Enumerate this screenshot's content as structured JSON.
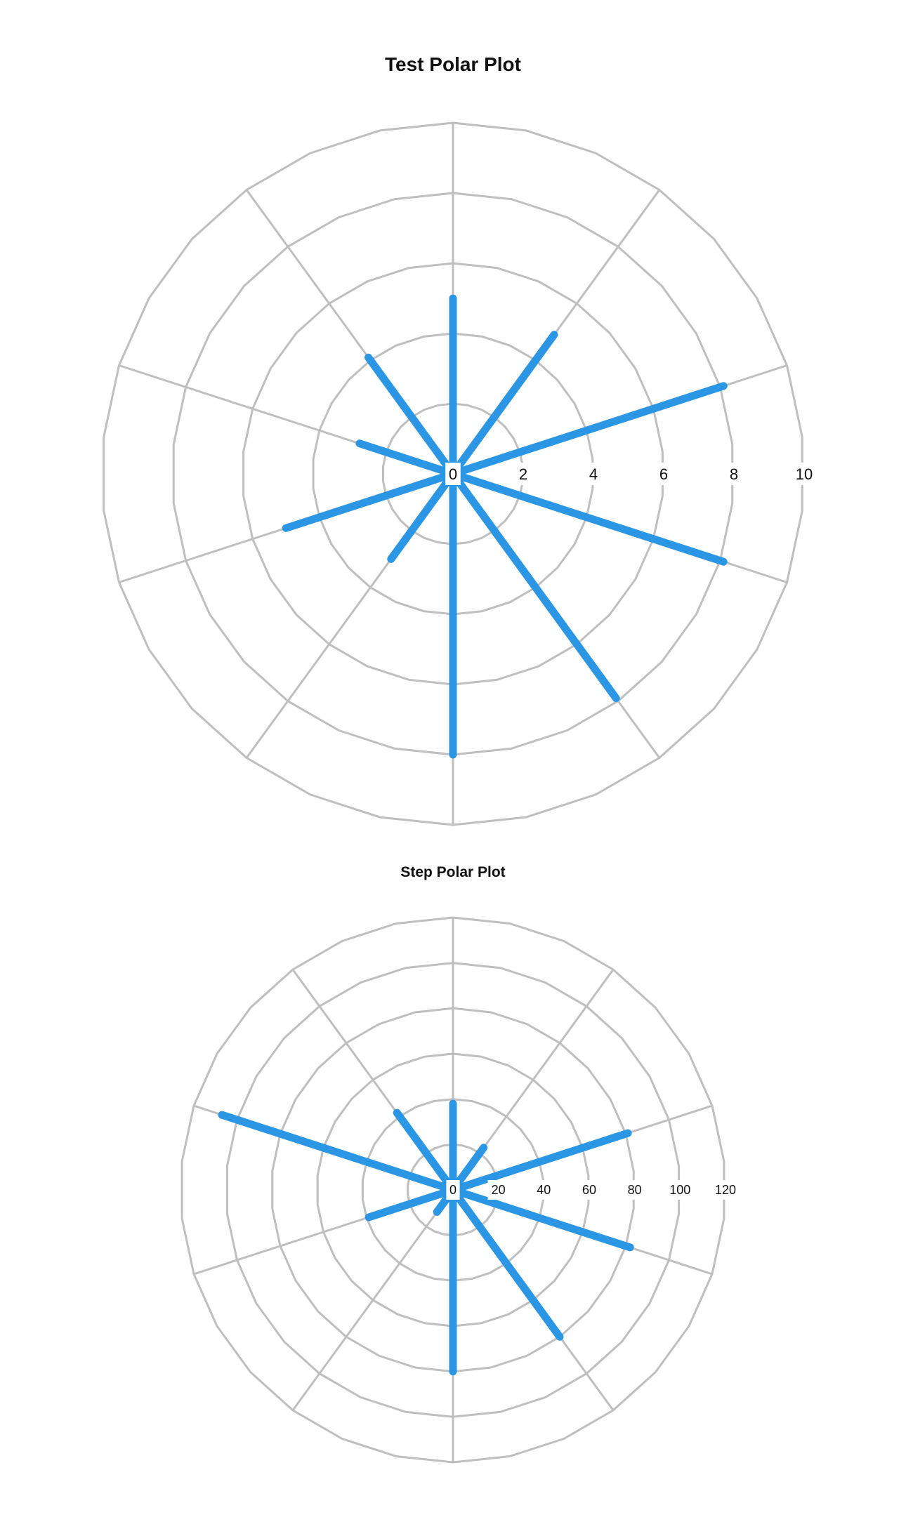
{
  "chart_data": [
    {
      "type": "polar-bar",
      "title": "Test Polar Plot",
      "r_range": [
        0,
        10
      ],
      "r_ticks": [
        "0",
        "2",
        "4",
        "6",
        "8",
        "10"
      ],
      "spoke_count": 10,
      "grid": true,
      "series": [
        {
          "color": "#2a96e4",
          "points": [
            {
              "theta_deg": 0,
              "r": 5
            },
            {
              "theta_deg": 36,
              "r": 4.9
            },
            {
              "theta_deg": 72,
              "r": 8.1
            },
            {
              "theta_deg": 108,
              "r": 8.1
            },
            {
              "theta_deg": 144,
              "r": 7.9
            },
            {
              "theta_deg": 180,
              "r": 8
            },
            {
              "theta_deg": 216,
              "r": 3
            },
            {
              "theta_deg": 252,
              "r": 5
            },
            {
              "theta_deg": 288,
              "r": 2.8
            },
            {
              "theta_deg": 324,
              "r": 4.1
            }
          ]
        }
      ]
    },
    {
      "type": "polar-bar",
      "title": "Step Polar Plot",
      "r_range": [
        0,
        120
      ],
      "r_ticks": [
        "0",
        "20",
        "40",
        "60",
        "80",
        "100",
        "120"
      ],
      "spoke_count": 10,
      "grid": true,
      "series": [
        {
          "color": "#2a96e4",
          "points": [
            {
              "theta_deg": 0,
              "r": 38
            },
            {
              "theta_deg": 36,
              "r": 23
            },
            {
              "theta_deg": 72,
              "r": 81
            },
            {
              "theta_deg": 108,
              "r": 82
            },
            {
              "theta_deg": 144,
              "r": 80
            },
            {
              "theta_deg": 180,
              "r": 80
            },
            {
              "theta_deg": 216,
              "r": 12
            },
            {
              "theta_deg": 252,
              "r": 39
            },
            {
              "theta_deg": 288,
              "r": 107
            },
            {
              "theta_deg": 324,
              "r": 42
            }
          ]
        }
      ]
    }
  ]
}
